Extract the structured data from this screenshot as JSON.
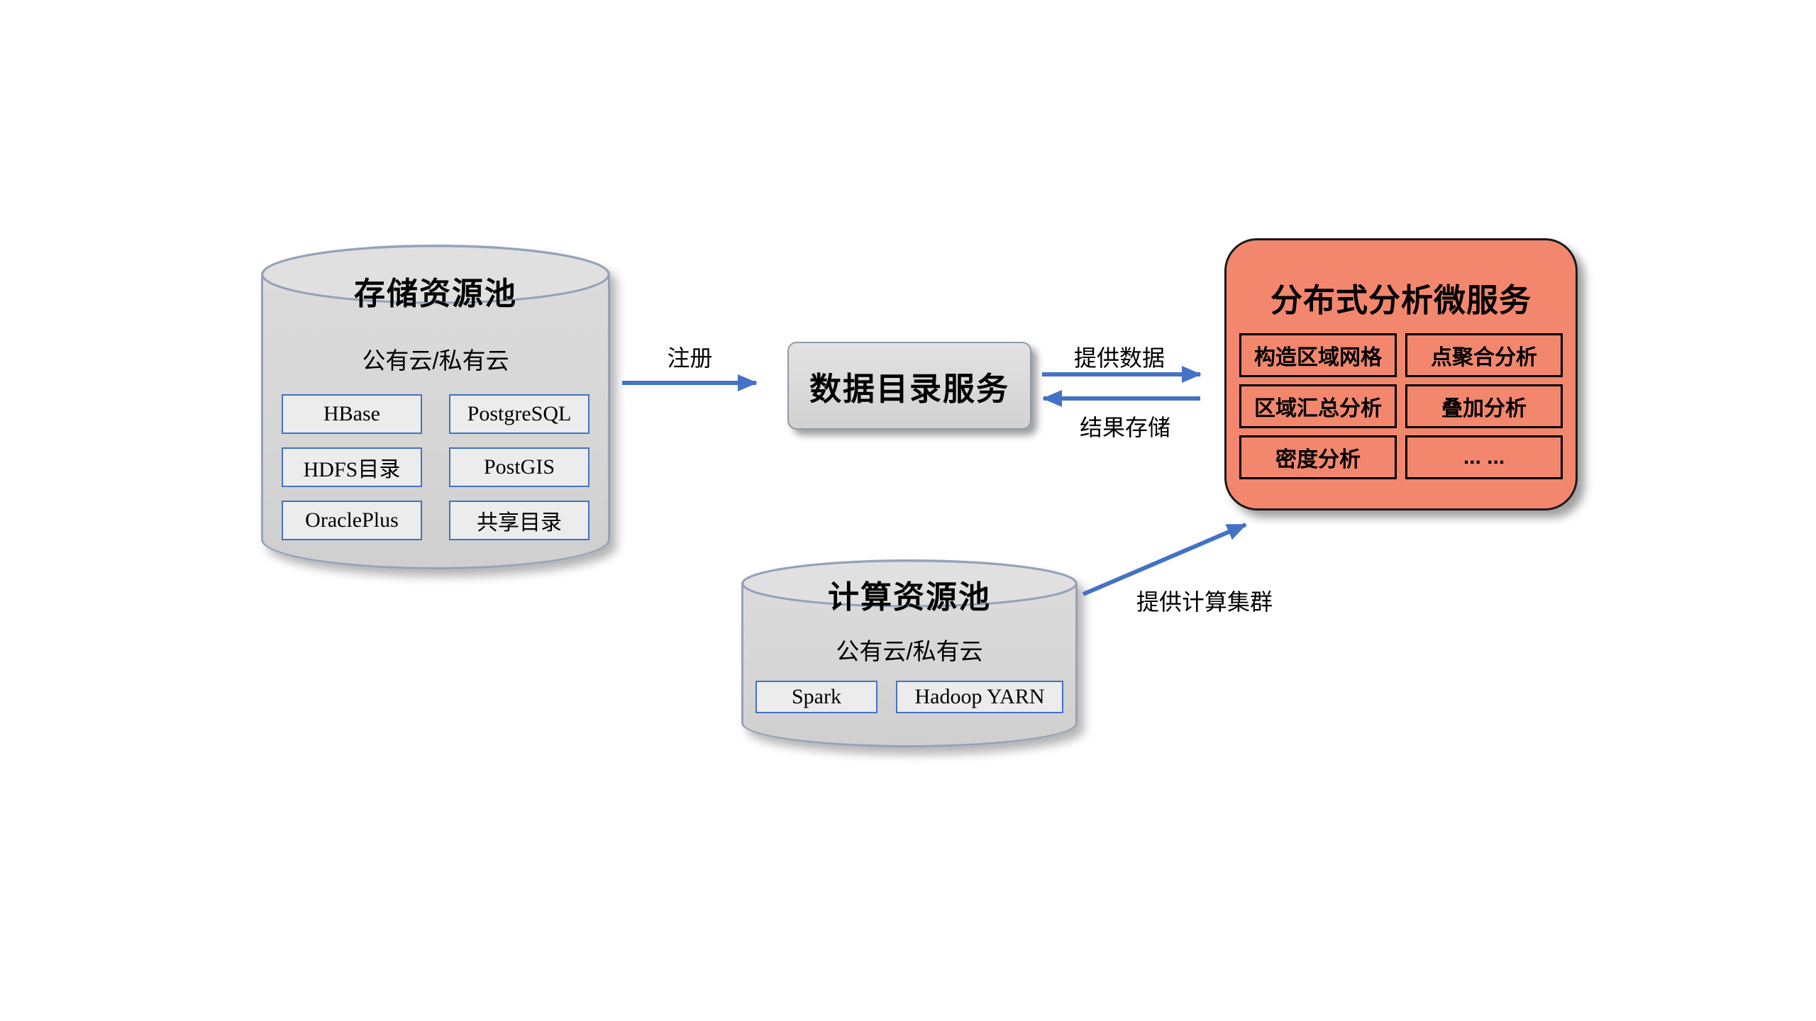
{
  "colors": {
    "arrow_blue": "#4472C4",
    "cylinder_fill": "#d9d9d9",
    "cylinder_border": "#94a2b8",
    "db_box_border": "#4472C4",
    "analysis_fill": "#f2876e",
    "analysis_border": "#1a1a1a"
  },
  "storage_pool": {
    "title": "存储资源池",
    "subtitle": "公有云/私有云",
    "items": [
      "HBase",
      "PostgreSQL",
      "HDFS目录",
      "PostGIS",
      "OraclePlus",
      "共享目录"
    ]
  },
  "catalog_service": {
    "title": "数据目录服务"
  },
  "analysis_services": {
    "title": "分布式分析微服务",
    "items": [
      "构造区域网格",
      "点聚合分析",
      "区域汇总分析",
      "叠加分析",
      "密度分析",
      "... ..."
    ]
  },
  "compute_pool": {
    "title": "计算资源池",
    "subtitle": "公有云/私有云",
    "items": [
      "Spark",
      "Hadoop YARN"
    ]
  },
  "arrows": {
    "register": "注册",
    "provide_data": "提供数据",
    "store_result": "结果存储",
    "provide_cluster": "提供计算集群"
  }
}
